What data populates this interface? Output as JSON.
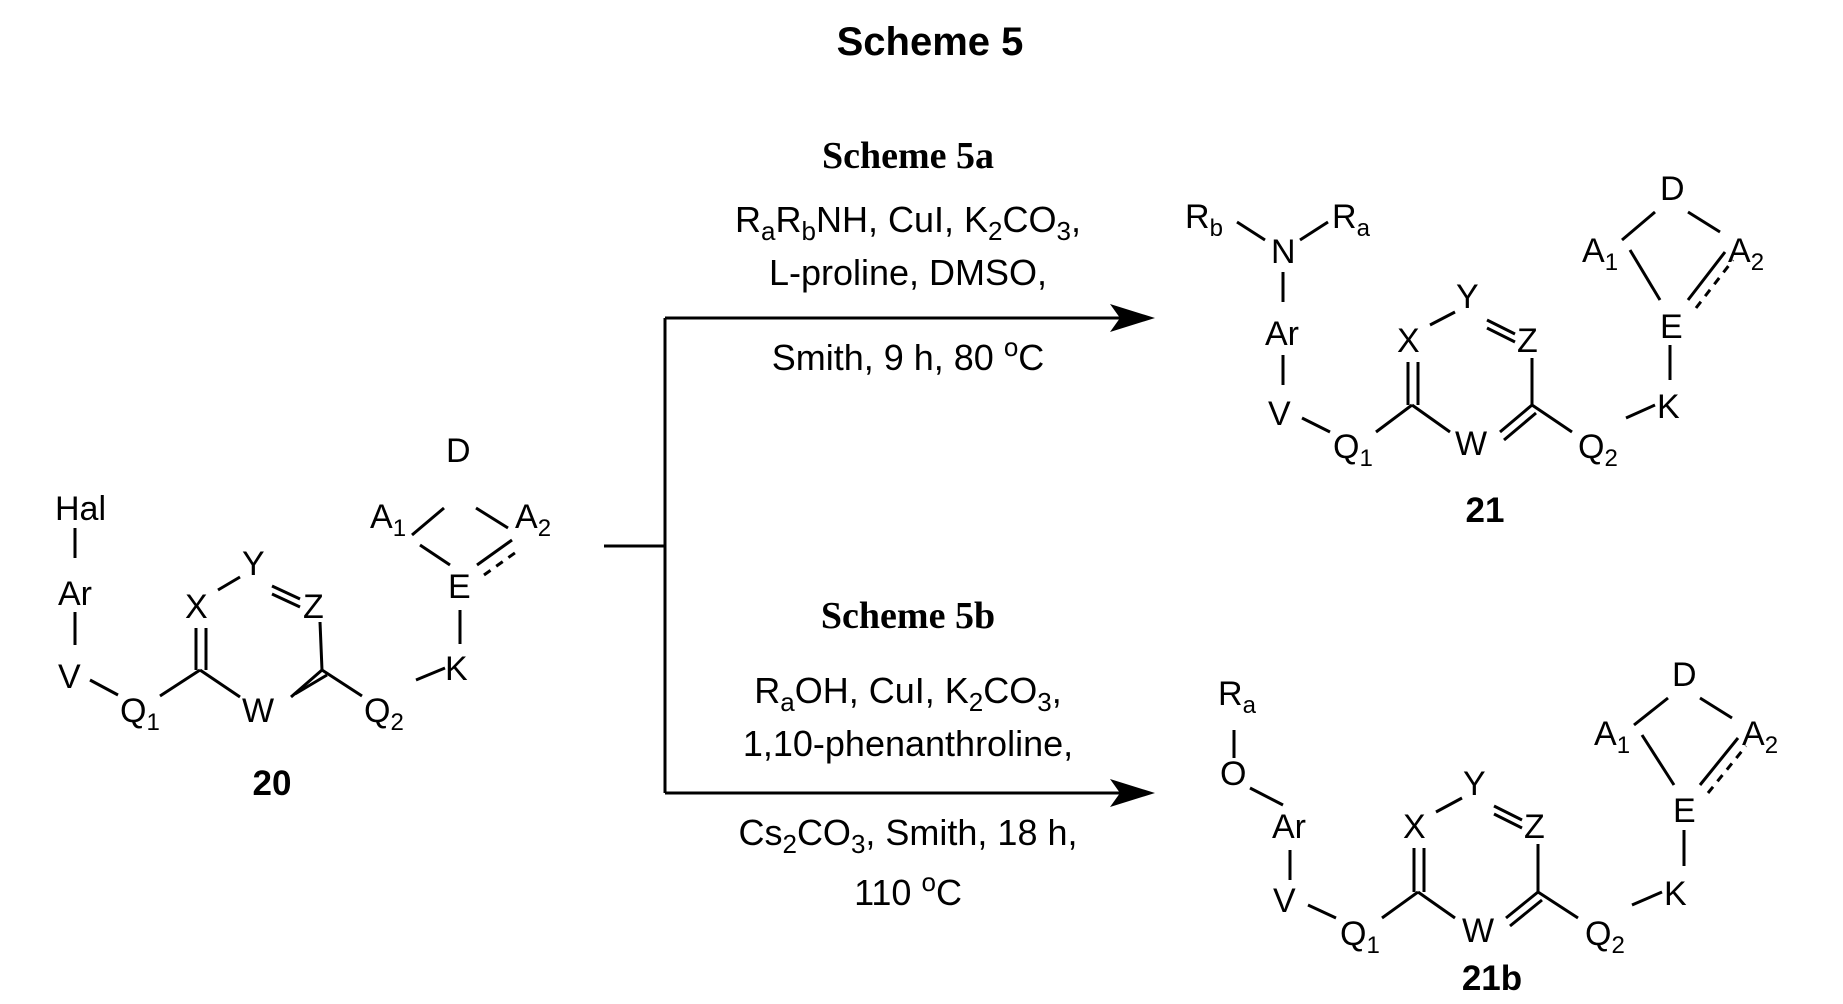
{
  "title": "Scheme 5",
  "reaction_a": {
    "title": "Scheme 5a",
    "line1": [
      "R",
      "a",
      "R",
      "b",
      "NH, CuI, K",
      "2",
      "CO",
      "3",
      ","
    ],
    "line2": "L-proline, DMSO,",
    "line3": [
      "Smith, 9 h, 80 ",
      "o",
      "C"
    ]
  },
  "reaction_b": {
    "title": "Scheme 5b",
    "line1": [
      "R",
      "a",
      "OH, CuI, K",
      "2",
      "CO",
      "3",
      ","
    ],
    "line2": "1,10-phenanthroline,",
    "line3": [
      "Cs",
      "2",
      "CO",
      "3",
      ", Smith, 18 h,"
    ],
    "line4": [
      "110 ",
      "o",
      "C"
    ]
  },
  "compounds": {
    "c20": {
      "label": "20",
      "atoms": {
        "hal": "Hal",
        "ar": "Ar",
        "v": "V",
        "q1": "Q",
        "q1_sub": "1",
        "x": "X",
        "y": "Y",
        "z": "Z",
        "w": "W",
        "q2": "Q",
        "q2_sub": "2",
        "k": "K",
        "e": "E",
        "a1": "A",
        "a1_sub": "1",
        "a2": "A",
        "a2_sub": "2",
        "d": "D"
      }
    },
    "c21": {
      "label": "21",
      "atoms": {
        "rb": "R",
        "rb_sub": "b",
        "n": "N",
        "ra": "R",
        "ra_sub": "a",
        "ar": "Ar",
        "v": "V",
        "q1": "Q",
        "q1_sub": "1",
        "x": "X",
        "y": "Y",
        "z": "Z",
        "w": "W",
        "q2": "Q",
        "q2_sub": "2",
        "k": "K",
        "e": "E",
        "a1": "A",
        "a1_sub": "1",
        "a2": "A",
        "a2_sub": "2",
        "d": "D"
      }
    },
    "c21b": {
      "label": "21b",
      "atoms": {
        "ra": "R",
        "ra_sub": "a",
        "o": "O",
        "ar": "Ar",
        "v": "V",
        "q1": "Q",
        "q1_sub": "1",
        "x": "X",
        "y": "Y",
        "z": "Z",
        "w": "W",
        "q2": "Q",
        "q2_sub": "2",
        "k": "K",
        "e": "E",
        "a1": "A",
        "a1_sub": "1",
        "a2": "A",
        "a2_sub": "2",
        "d": "D"
      }
    }
  }
}
